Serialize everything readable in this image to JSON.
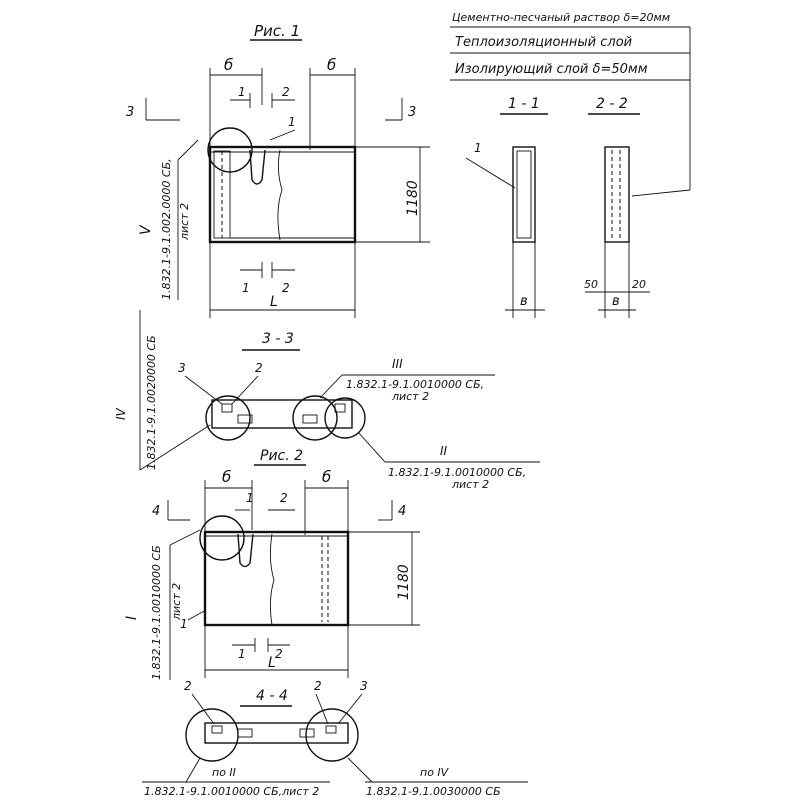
{
  "fig1": {
    "title": "Рис. 1",
    "delta_left": "б",
    "delta_right": "б",
    "cut_1_top": "1",
    "cut_2_top": "2",
    "cut_1_bottom": "1",
    "cut_2_bottom": "2",
    "cut_3_left": "3",
    "cut_3_right": "3",
    "callout_1": "1",
    "dim_height": "1180",
    "dim_length": "L",
    "ref_V_mark": "V",
    "ref_V_text": "1.832.1-9.1.002.0000 СБ,",
    "ref_V_sheet": "лист 2"
  },
  "layers": {
    "mortar": "Цементно-песчаный раствор δ=20мм",
    "insulation": "Теплоизоляционный слой",
    "insulating": "Изолирующий слой δ=50мм"
  },
  "sec11": {
    "title": "1 - 1",
    "callout": "1",
    "width_label": "в"
  },
  "sec22": {
    "title": "2 - 2",
    "dim_left": "50",
    "dim_right": "20",
    "width_label": "в"
  },
  "sec33": {
    "title": "3 - 3",
    "callout_3": "3",
    "callout_2": "2",
    "ref_III_mark": "III",
    "ref_III_text": "1.832.1-9.1.0010000 СБ,",
    "ref_III_sheet": "лист 2",
    "ref_II_mark": "II",
    "ref_II_text": "1.832.1-9.1.0010000 СБ,",
    "ref_II_sheet": "лист 2",
    "ref_IV_mark": "IV",
    "ref_IV_text": "1.832.1-9.1.0020000 СБ"
  },
  "fig2": {
    "title": "Рис. 2",
    "delta_left": "б",
    "delta_right": "б",
    "cut_1_top": "1",
    "cut_2_top": "2",
    "cut_1_bottom": "1",
    "cut_2_bottom": "2",
    "cut_4_left": "4",
    "cut_4_right": "4",
    "callout_1": "1",
    "dim_height": "1180",
    "dim_length": "L",
    "ref_I_mark": "I",
    "ref_I_text": "1.832.1-9.1.0010000 СБ",
    "ref_I_sheet": "лист 2"
  },
  "sec44": {
    "title": "4 - 4",
    "callout_2a": "2",
    "callout_2b": "2",
    "callout_3": "3",
    "ref_left_prefix": "по II",
    "ref_left_text": "1.832.1-9.1.0010000 СБ,лист 2",
    "ref_right_prefix": "по IV",
    "ref_right_text": "1.832.1-9.1.0030000 СБ"
  }
}
